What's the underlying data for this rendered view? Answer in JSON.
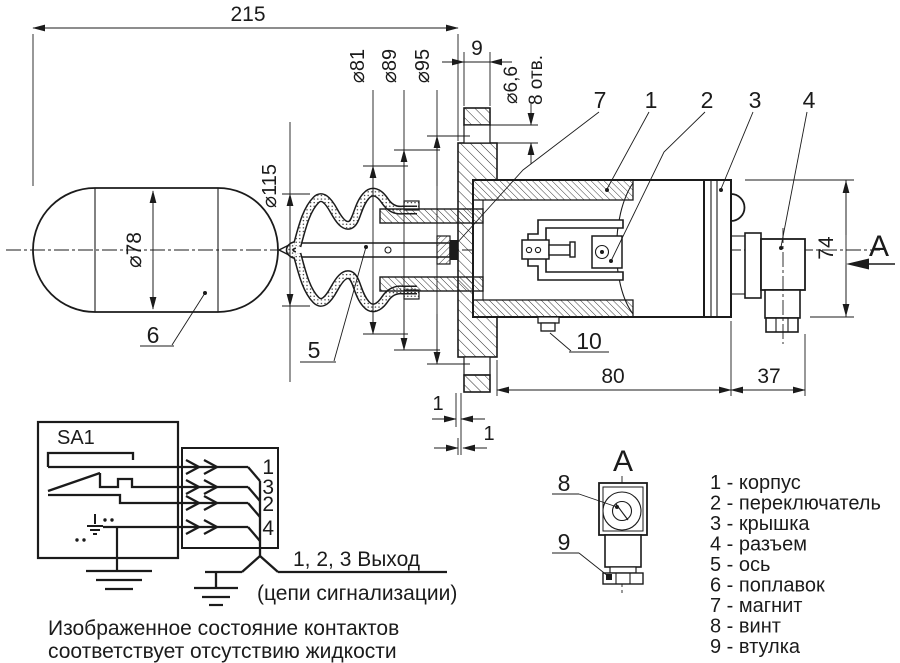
{
  "note": {
    "line1": "Изображенное состояние контактов",
    "line2": "соответствует отсутствию жидкости"
  },
  "dims": {
    "d215": "215",
    "d9": "9",
    "d66": "⌀6,6",
    "d8otv": "8 отв.",
    "d81": "⌀81",
    "d89": "⌀89",
    "d95": "⌀95",
    "d115": "⌀115",
    "d78": "⌀78",
    "d74": "74",
    "d80": "80",
    "d37": "37",
    "d1a": "1",
    "d1b": "1"
  },
  "callouts": {
    "c1": "1",
    "c2": "2",
    "c3": "3",
    "c4": "4",
    "c5": "5",
    "c6": "6",
    "c7": "7",
    "c8": "8",
    "c9": "9",
    "c10": "10"
  },
  "view_a": {
    "title": "A",
    "arrow_label": "A"
  },
  "legend": {
    "items": [
      "1 - корпус",
      "2 - переключатель",
      "3 - крышка",
      "4 - разъем",
      "5 - ось",
      "6 - поплавок",
      "7 - магнит",
      "8 - винт",
      "9 - втулка"
    ]
  },
  "circuit": {
    "box_label": "SA1",
    "pins": [
      "1",
      "3",
      "2",
      "4"
    ],
    "output_line1": "1, 2, 3 Выход",
    "output_line2": "(цепи сигнализации)"
  }
}
